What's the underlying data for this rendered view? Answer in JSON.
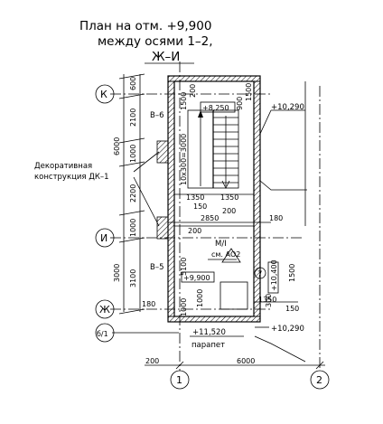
{
  "title": {
    "line1": "План на отм. +9,900",
    "line2": "между осями 1–2,",
    "line3": "Ж–И"
  },
  "axes": {
    "k": "К",
    "i": "И",
    "zh": "Ж",
    "zh_sub": "б/1",
    "one": "1",
    "two": "2"
  },
  "annotations": {
    "decor_line1": "Декоративная",
    "decor_line2": "конструкция ДК–1",
    "parapet": "парапет",
    "b6": "В–6",
    "b5": "В–5",
    "mp": "М/I",
    "sm_ao2": "см. АО2",
    "num7": "7"
  },
  "levels": {
    "top_right": "+10,290",
    "inner_top": "+8,250",
    "inner_mid": "+9,900",
    "inner_right": "+10,400",
    "bottom_right": "+10,290",
    "parapet_level": "+11,520"
  },
  "dims_vertical": {
    "d600": "600",
    "d2100": "2100",
    "d6000": "6000",
    "d1000a": "1000",
    "d2200": "2200",
    "d1000b": "1000",
    "d3000": "3000",
    "d3100": "3100",
    "d180": "180",
    "d1500": "1500",
    "d200a": "200",
    "d10x300": "10x300=3000",
    "d5100": "5100",
    "d1000c": "1000",
    "d1000d": "1000",
    "d300x1500": "300",
    "d1500r": "1500",
    "d900": "900",
    "d1500b": "1500"
  },
  "dims_horizontal": {
    "h1350a": "1350",
    "h1350b": "1350",
    "h150": "150",
    "h200a": "200",
    "h2850": "2850",
    "h180": "180",
    "h200b": "200",
    "h1350c": "1350",
    "h150b": "150",
    "h200c": "200",
    "h6000": "6000",
    "h180b": "180"
  }
}
